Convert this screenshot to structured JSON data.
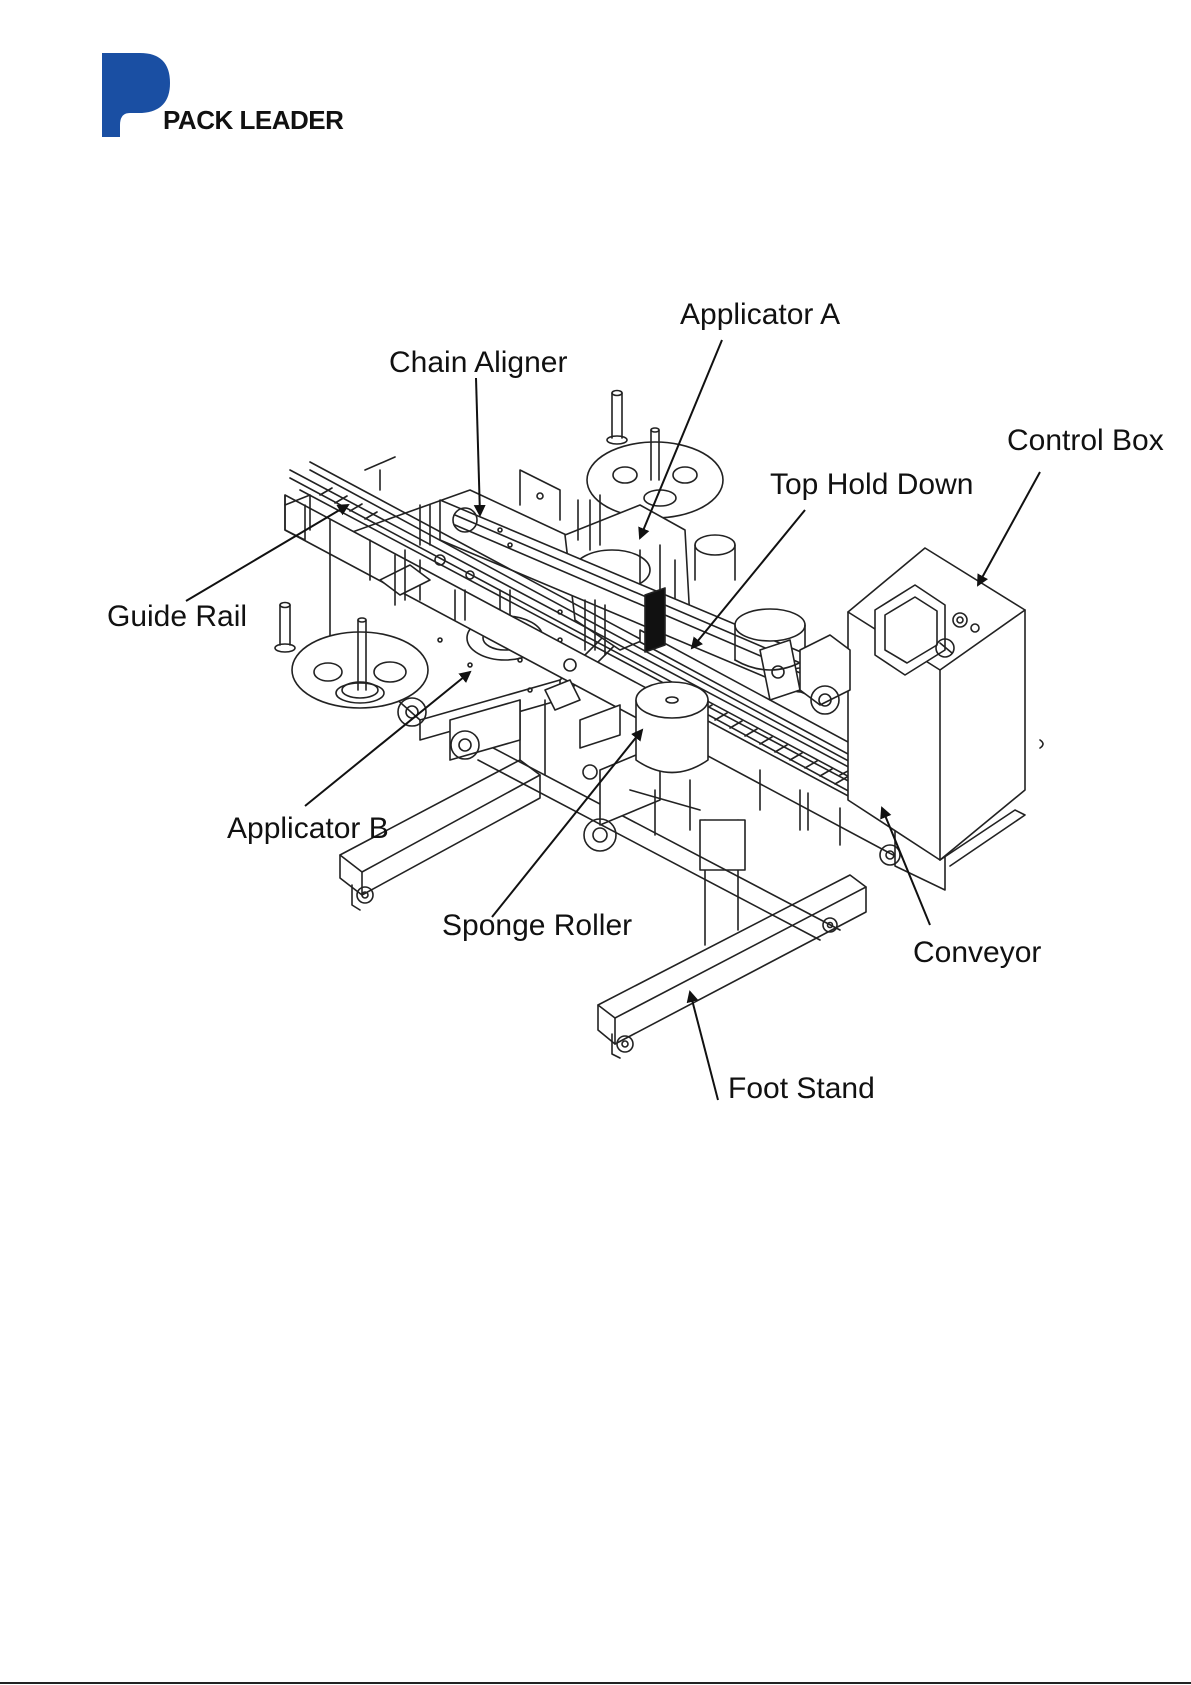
{
  "logo": {
    "text": "PACK LEADER",
    "color": "#1a4fa3"
  },
  "labels": {
    "applicator_a": "Applicator A",
    "chain_aligner": "Chain Aligner",
    "control_box": "Control Box",
    "top_hold_down": "Top Hold Down",
    "guide_rail": "Guide Rail",
    "applicator_b": "Applicator B",
    "sponge_roller": "Sponge Roller",
    "conveyor": "Conveyor",
    "foot_stand": "Foot Stand"
  },
  "colors": {
    "line": "#222222",
    "background": "#ffffff"
  }
}
